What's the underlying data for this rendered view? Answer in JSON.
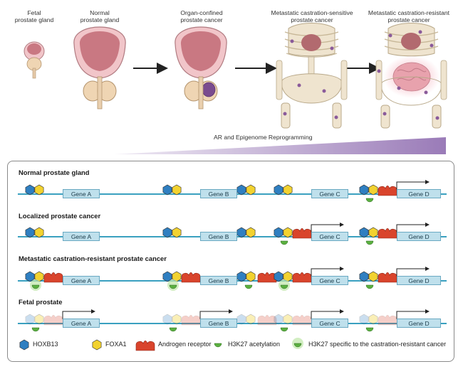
{
  "stages": [
    {
      "label": "Fetal\nprostate gland"
    },
    {
      "label": "Normal\nprostate gland"
    },
    {
      "label": "Organ-confined\nprostate cancer"
    },
    {
      "label": "Metastatic castration-sensitive\nprostate cancer"
    },
    {
      "label": "Metastatic castration-resistant\nprostate cancer"
    }
  ],
  "ramp_label": "AR and Epigenome Reprogramming",
  "sections": [
    {
      "title": "Normal prostate gland"
    },
    {
      "title": "Localized prostate cancer"
    },
    {
      "title": "Metastatic castration-resistant prostate cancer"
    },
    {
      "title": "Fetal prostate"
    }
  ],
  "genes": {
    "a": "Gene A",
    "b": "Gene B",
    "c": "Gene C",
    "d": "Gene D"
  },
  "legend": {
    "hoxb13": "HOXB13",
    "foxa1": "FOXA1",
    "ar": "Androgen receptor",
    "h3k27": "H3K27 acetylation",
    "h3k27_crpc": "H3K27 specific to the castration-resistant cancer"
  },
  "colors": {
    "hoxb13": "#2f7fc1",
    "foxa1": "#f2d230",
    "ar": "#d9442c",
    "h3k27": "#5bb040",
    "dna": "#3aa0c0",
    "ramp": "#9a7bb8",
    "tissue": "#c97882"
  }
}
